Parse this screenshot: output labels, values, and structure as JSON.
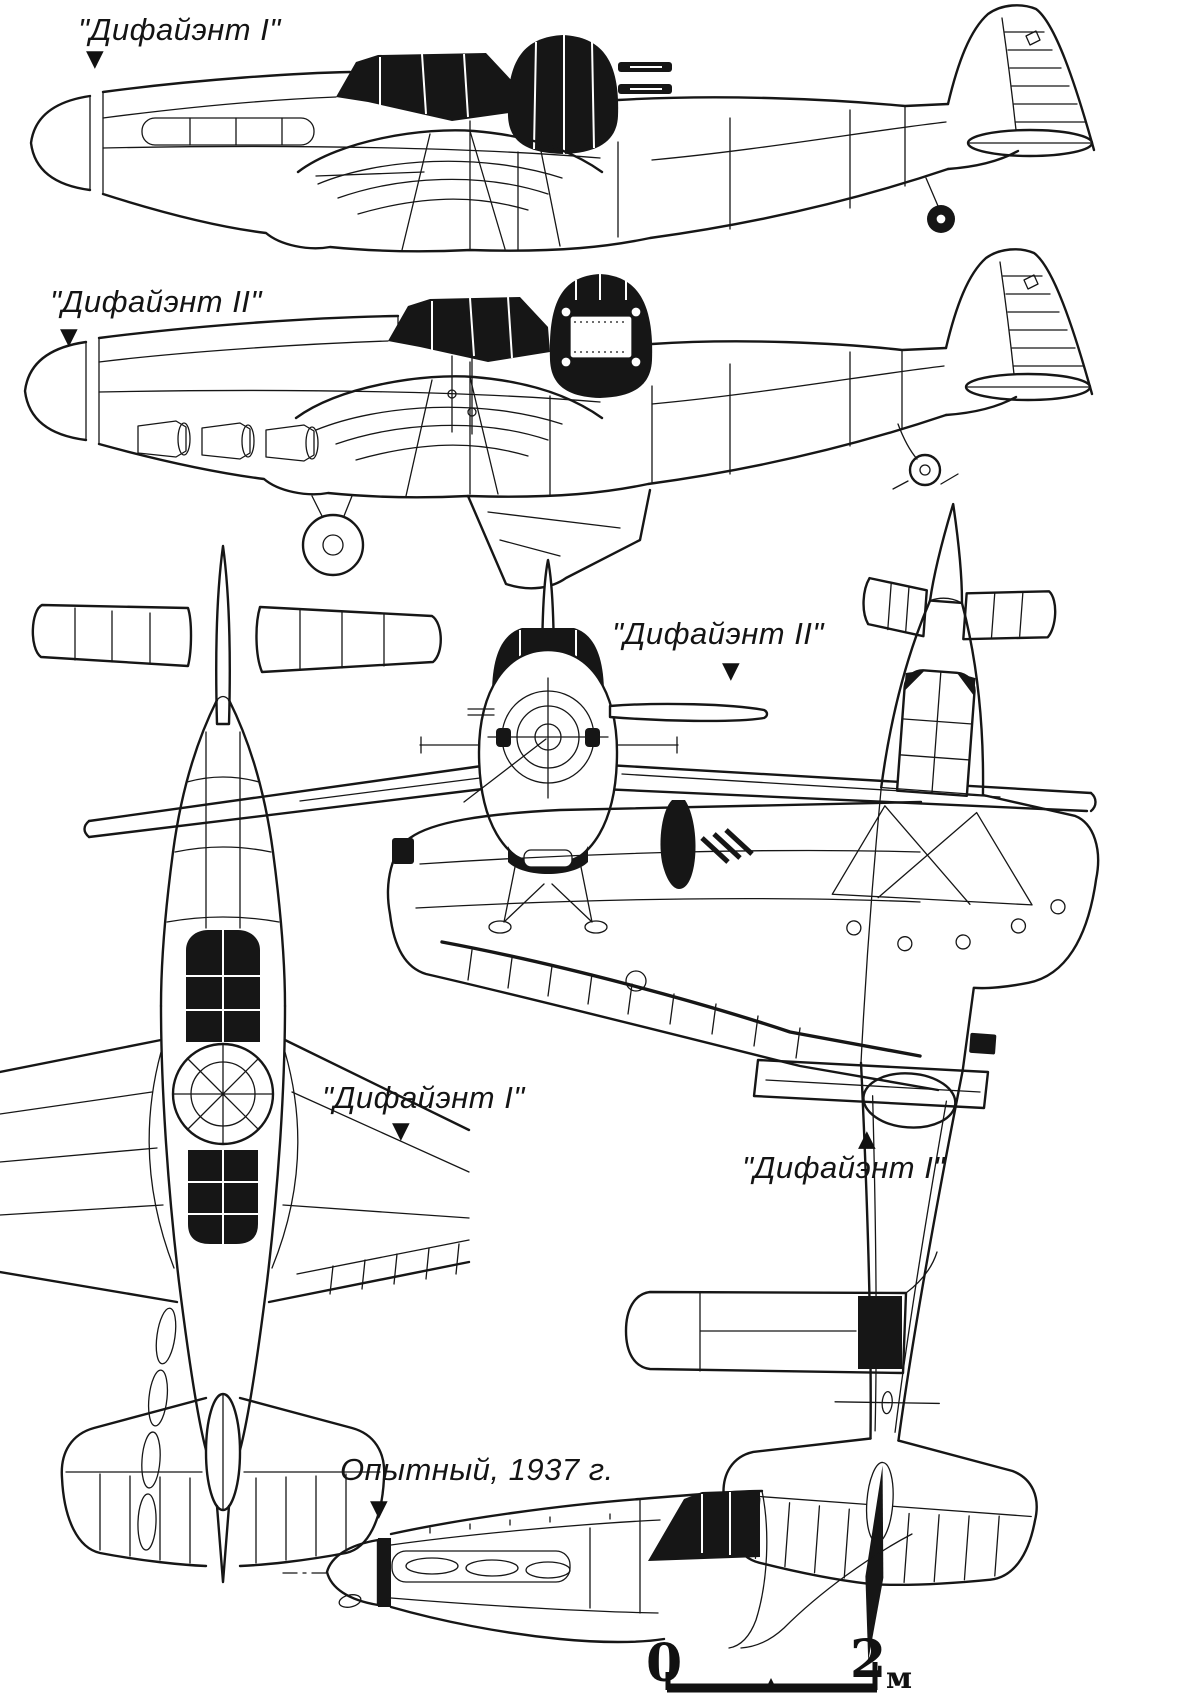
{
  "figure": {
    "kind": "aircraft-three-view-blueprint",
    "subject": "Boulton Paul Defiant line drawing, five projections with prototype nose detail"
  },
  "labels": {
    "side1": "\"Дифайэнт I\"",
    "side2": "\"Дифайэнт II\"",
    "front": "\"Дифайэнт II\"",
    "plan_left": "\"Дифайэнт I\"",
    "plan_right": "\"Дифайэнт I\"",
    "prototype": "Опытный, 1937 г."
  },
  "icons": {
    "pointer_down": "▼",
    "pointer_up": "▲"
  },
  "scalebar": {
    "zero": "0",
    "two": "2",
    "unit": "м"
  },
  "colors": {
    "ink": "#161616",
    "paper": "#ffffff"
  }
}
